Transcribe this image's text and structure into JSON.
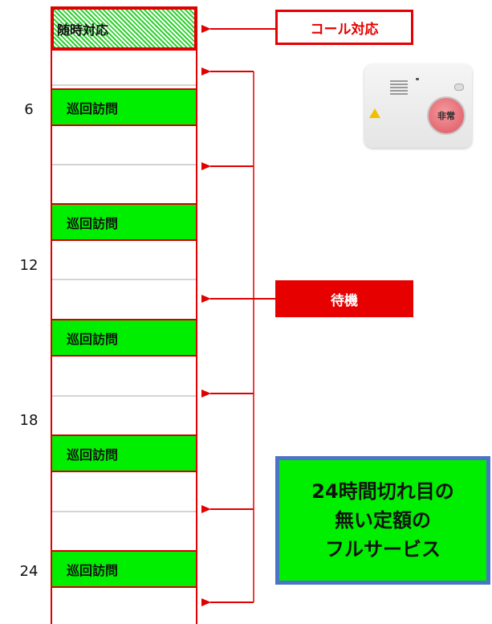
{
  "oncall_block": {
    "label": "随時対応"
  },
  "visit_blocks": [
    {
      "label": "巡回訪問"
    },
    {
      "label": "巡回訪問"
    },
    {
      "label": "巡回訪問"
    },
    {
      "label": "巡回訪問"
    },
    {
      "label": "巡回訪問"
    }
  ],
  "hours": [
    "6",
    "12",
    "18",
    "24"
  ],
  "call_response": {
    "label": "コール対応"
  },
  "standby": {
    "label": "待機"
  },
  "goal": {
    "line1": "24時間切れ目の",
    "line2": "無い定額の",
    "line3": "フルサービス"
  },
  "device": {
    "button_label": "非常"
  },
  "colors": {
    "visit_green": "#00ee00",
    "accent_red": "#e60000",
    "goal_border": "#4a74c4"
  }
}
